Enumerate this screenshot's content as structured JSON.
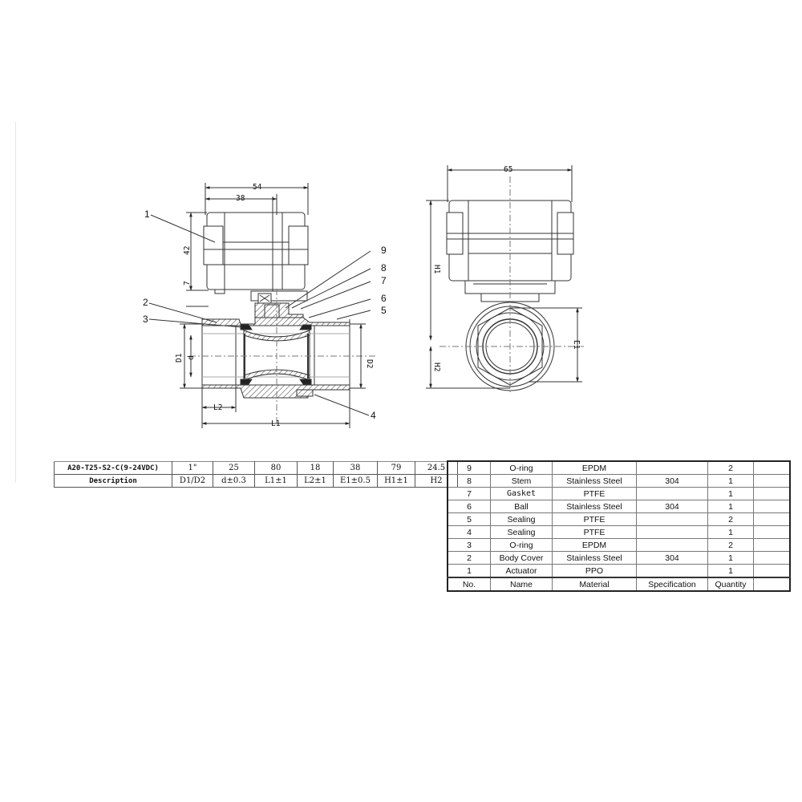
{
  "front_view": {
    "dims": {
      "width_total": "54",
      "width_partial": "38",
      "actuator_height": "42",
      "stem_offset": "7",
      "d1": "D1",
      "d": "d",
      "d2": "D2",
      "l1": "L1",
      "l2": "L2"
    },
    "callouts": [
      "1",
      "2",
      "3",
      "4",
      "5",
      "6",
      "7",
      "8",
      "9"
    ]
  },
  "side_view": {
    "dims": {
      "width": "65",
      "h1": "H1",
      "h2": "H2",
      "e1": "E1"
    }
  },
  "spec_table": {
    "rows": [
      [
        "A20-T25-S2-C(9-24VDC)",
        "1\"",
        "25",
        "80",
        "18",
        "38",
        "79",
        "24.5"
      ],
      [
        "Description",
        "D1/D2",
        "d±0.3",
        "L1±1",
        "L2±1",
        "E1±0.5",
        "H1±1",
        "H2"
      ]
    ]
  },
  "parts_table": {
    "rows": [
      [
        "9",
        "O-ring",
        "EPDM",
        "",
        "2",
        ""
      ],
      [
        "8",
        "Stem",
        "Stainless Steel",
        "304",
        "1",
        ""
      ],
      [
        "7",
        "Gasket",
        "PTFE",
        "",
        "1",
        ""
      ],
      [
        "6",
        "Ball",
        "Stainless Steel",
        "304",
        "1",
        ""
      ],
      [
        "5",
        "Sealing",
        "PTFE",
        "",
        "2",
        ""
      ],
      [
        "4",
        "Sealing",
        "PTFE",
        "",
        "1",
        ""
      ],
      [
        "3",
        "O-ring",
        "EPDM",
        "",
        "2",
        ""
      ],
      [
        "2",
        "Body Cover",
        "Stainless Steel",
        "304",
        "1",
        ""
      ],
      [
        "1",
        "Actuator",
        "PPO",
        "",
        "1",
        ""
      ]
    ],
    "header": [
      "No.",
      "Name",
      "Material",
      "Specification",
      "Quantity",
      ""
    ]
  }
}
